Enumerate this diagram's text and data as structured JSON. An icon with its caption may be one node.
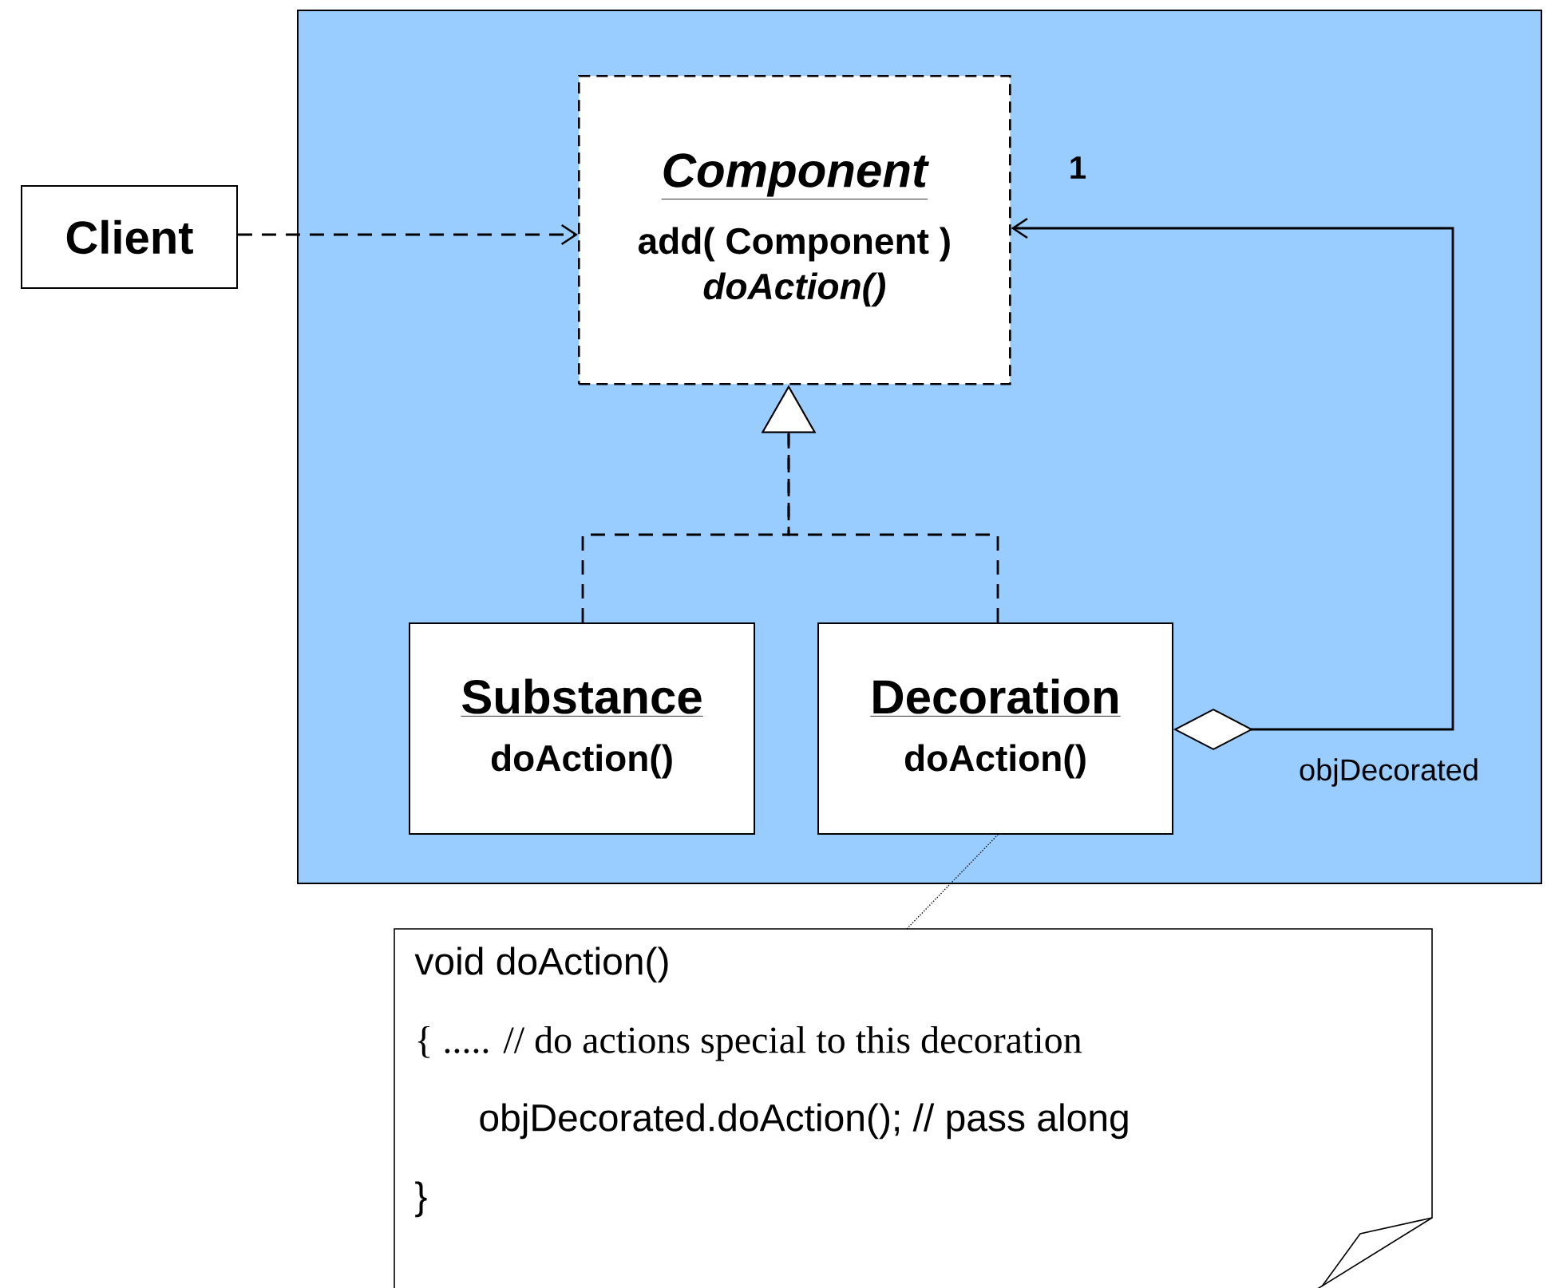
{
  "diagram": {
    "nodes": [
      {
        "text": [
          "Client"
        ]
      },
      {
        "text": [],
        "shape": "box"
      },
      {
        "text": [
          "Component",
          "add( Component )",
          "doAction()"
        ],
        "in": 1
      },
      {
        "text": [
          "Substance",
          "doAction()"
        ],
        "in": 1
      },
      {
        "text": [
          "Decoration",
          "doAction()"
        ],
        "in": 1
      },
      {
        "text": [
          "void doAction()",
          "{ ..... // do actions special to this decoration",
          "objDecorated.doAction();  // pass along",
          "}"
        ]
      }
    ],
    "edges": [
      {
        "from": 0,
        "to": 2,
        "arrow": "to",
        "style": "dashed"
      },
      {
        "from": 3,
        "to": 2,
        "arrow": "to",
        "style": "dashed"
      },
      {
        "from": 4,
        "to": 2,
        "arrow": "to",
        "style": "dashed"
      },
      {
        "from": 4,
        "to": 2,
        "arrow": "to",
        "label": "objDecorated"
      },
      {
        "from": 5,
        "to": 4,
        "arrow": "none",
        "style": "dashed"
      }
    ],
    "labels": [
      "1"
    ]
  }
}
